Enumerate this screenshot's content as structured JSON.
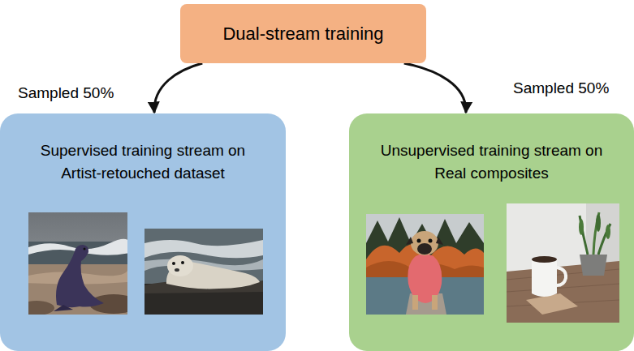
{
  "diagram": {
    "nodes": [
      {
        "text": [
          "Dual-stream training"
        ]
      },
      {
        "text": [
          "Supervised training stream on Artist-retouched dataset"
        ]
      },
      {
        "text": [
          "Unsupervised training stream on Real composites"
        ]
      }
    ],
    "edges": [
      {
        "from": 0,
        "to": 1,
        "arrow": "to",
        "label": "Sampled 50%"
      },
      {
        "from": 0,
        "to": 2,
        "arrow": "to",
        "label": "Sampled 50%"
      }
    ]
  }
}
